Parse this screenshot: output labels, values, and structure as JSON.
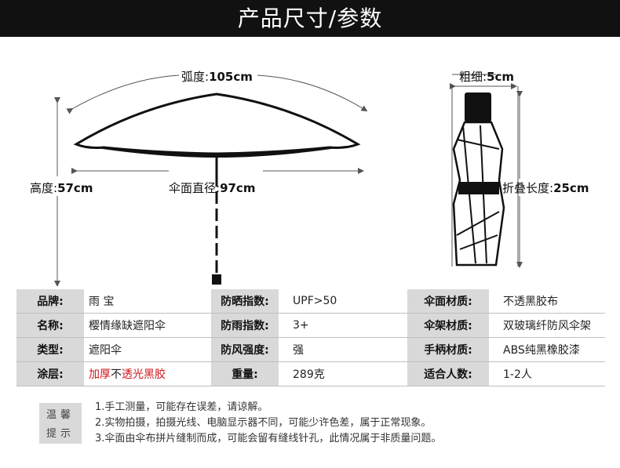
{
  "header": {
    "title": "产品尺寸/参数"
  },
  "dimensions": {
    "arc_label": "弧度:",
    "arc_value": "105cm",
    "height_label": "高度:",
    "height_value": "57cm",
    "diameter_label": "伞面直径:",
    "diameter_value": "97cm",
    "thickness_label": "粗细:",
    "thickness_value": "5cm",
    "folded_label": "折叠长度:",
    "folded_value": "25cm"
  },
  "specs": [
    [
      {
        "k": "品牌:",
        "v": "雨 宝"
      },
      {
        "k": "防晒指数:",
        "v": "UPF>50"
      },
      {
        "k": "伞面材质:",
        "v": "不透黑胶布"
      }
    ],
    [
      {
        "k": "名称:",
        "v": "樱情缘缺遮阳伞"
      },
      {
        "k": "防雨指数:",
        "v": "3+"
      },
      {
        "k": "伞架材质:",
        "v": "双玻璃纤防风伞架"
      }
    ],
    [
      {
        "k": "类型:",
        "v": "遮阳伞"
      },
      {
        "k": "防风强度:",
        "v": "强"
      },
      {
        "k": "手柄材质:",
        "v": "ABS纯黑橡胶漆"
      }
    ],
    [
      {
        "k": "涂层:",
        "v_prefix": "加厚",
        "v_mid": "不",
        "v_suffix": "透光黑胶"
      },
      {
        "k": "重量:",
        "v": "289克"
      },
      {
        "k": "适合人数:",
        "v": "1-2人"
      }
    ]
  ],
  "tips": {
    "label_top": "温馨",
    "label_bottom": "提示",
    "lines": [
      "1.手工测量，可能存在误差，请谅解。",
      "2.实物拍摄，拍摄光线、电脑显示器不同，可能少许色差，属于正常现象。",
      "3.伞面由伞布拼片缝制而成，可能会留有缝线针孔，此情况属于非质量问题。"
    ]
  },
  "colors": {
    "header_bg": "#111111",
    "key_cell_bg": "#d9d9d9",
    "highlight": "#d2161b"
  }
}
